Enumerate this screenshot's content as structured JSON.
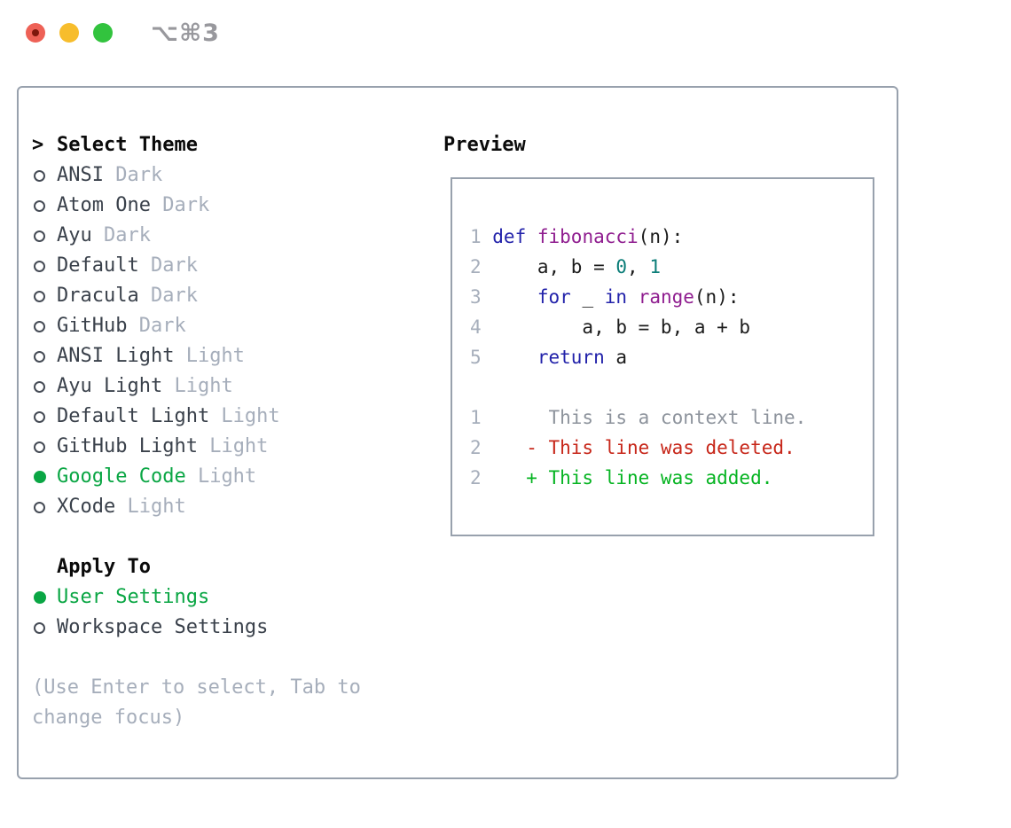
{
  "window": {
    "shortcut_label": "⌥⌘3"
  },
  "colors": {
    "tl_red": "#ee6156",
    "tl_red_dot": "#7e170c",
    "tl_yellow": "#f7bd2c",
    "tl_green": "#32c33e",
    "frame_border": "#98a1ad",
    "preview_border": "#98a1ad",
    "sel_green": "#0aa644",
    "name_dark": "#3a414b",
    "muted_gray": "#a6aebb",
    "ln_gray": "#a6aebb",
    "code_keyword": "#2222aa",
    "code_function": "#8f1d8f",
    "code_number": "#0b7d78",
    "code_plain": "#1b1b1b",
    "diff_context": "#8d939c",
    "diff_deleted": "#c7271a",
    "diff_added": "#06b422"
  },
  "theme_panel": {
    "header_marker": ">",
    "header_label": "Select Theme",
    "items": [
      {
        "name": "ANSI",
        "variant": "Dark",
        "selected": false
      },
      {
        "name": "Atom One",
        "variant": "Dark",
        "selected": false
      },
      {
        "name": "Ayu",
        "variant": "Dark",
        "selected": false
      },
      {
        "name": "Default",
        "variant": "Dark",
        "selected": false
      },
      {
        "name": "Dracula",
        "variant": "Dark",
        "selected": false
      },
      {
        "name": "GitHub",
        "variant": "Dark",
        "selected": false
      },
      {
        "name": "ANSI Light",
        "variant": "Light",
        "selected": false
      },
      {
        "name": "Ayu Light",
        "variant": "Light",
        "selected": false
      },
      {
        "name": "Default Light",
        "variant": "Light",
        "selected": false
      },
      {
        "name": "GitHub Light",
        "variant": "Light",
        "selected": false
      },
      {
        "name": "Google Code",
        "variant": "Light",
        "selected": true
      },
      {
        "name": "XCode",
        "variant": "Light",
        "selected": false
      }
    ],
    "apply_to": {
      "header_label": "Apply To",
      "options": [
        {
          "label": "User Settings",
          "selected": true
        },
        {
          "label": "Workspace Settings",
          "selected": false
        }
      ]
    },
    "help_text": "(Use Enter to select, Tab to change focus)"
  },
  "preview_panel": {
    "header_label": "Preview",
    "code_lines": [
      {
        "number": "1",
        "segments": [
          [
            "kw",
            "def"
          ],
          [
            "pl",
            " "
          ],
          [
            "fn",
            "fibonacci"
          ],
          [
            "pl",
            "(n):"
          ]
        ]
      },
      {
        "number": "2",
        "segments": [
          [
            "pl",
            "    a, b = "
          ],
          [
            "num",
            "0"
          ],
          [
            "pl",
            ", "
          ],
          [
            "num",
            "1"
          ]
        ]
      },
      {
        "number": "3",
        "segments": [
          [
            "pl",
            "    "
          ],
          [
            "kw",
            "for"
          ],
          [
            "pl",
            " _ "
          ],
          [
            "kw",
            "in"
          ],
          [
            "pl",
            " "
          ],
          [
            "fn",
            "range"
          ],
          [
            "pl",
            "(n):"
          ]
        ]
      },
      {
        "number": "4",
        "segments": [
          [
            "pl",
            "        a, b = b, a + b"
          ]
        ]
      },
      {
        "number": "5",
        "segments": [
          [
            "pl",
            "    "
          ],
          [
            "kw",
            "return"
          ],
          [
            "pl",
            " a"
          ]
        ]
      }
    ],
    "diff_lines": [
      {
        "number": "1",
        "type": "context",
        "text": "     This is a context line."
      },
      {
        "number": "2",
        "type": "deleted",
        "text": "   - This line was deleted."
      },
      {
        "number": "2",
        "type": "added",
        "text": "   + This line was added."
      }
    ]
  }
}
